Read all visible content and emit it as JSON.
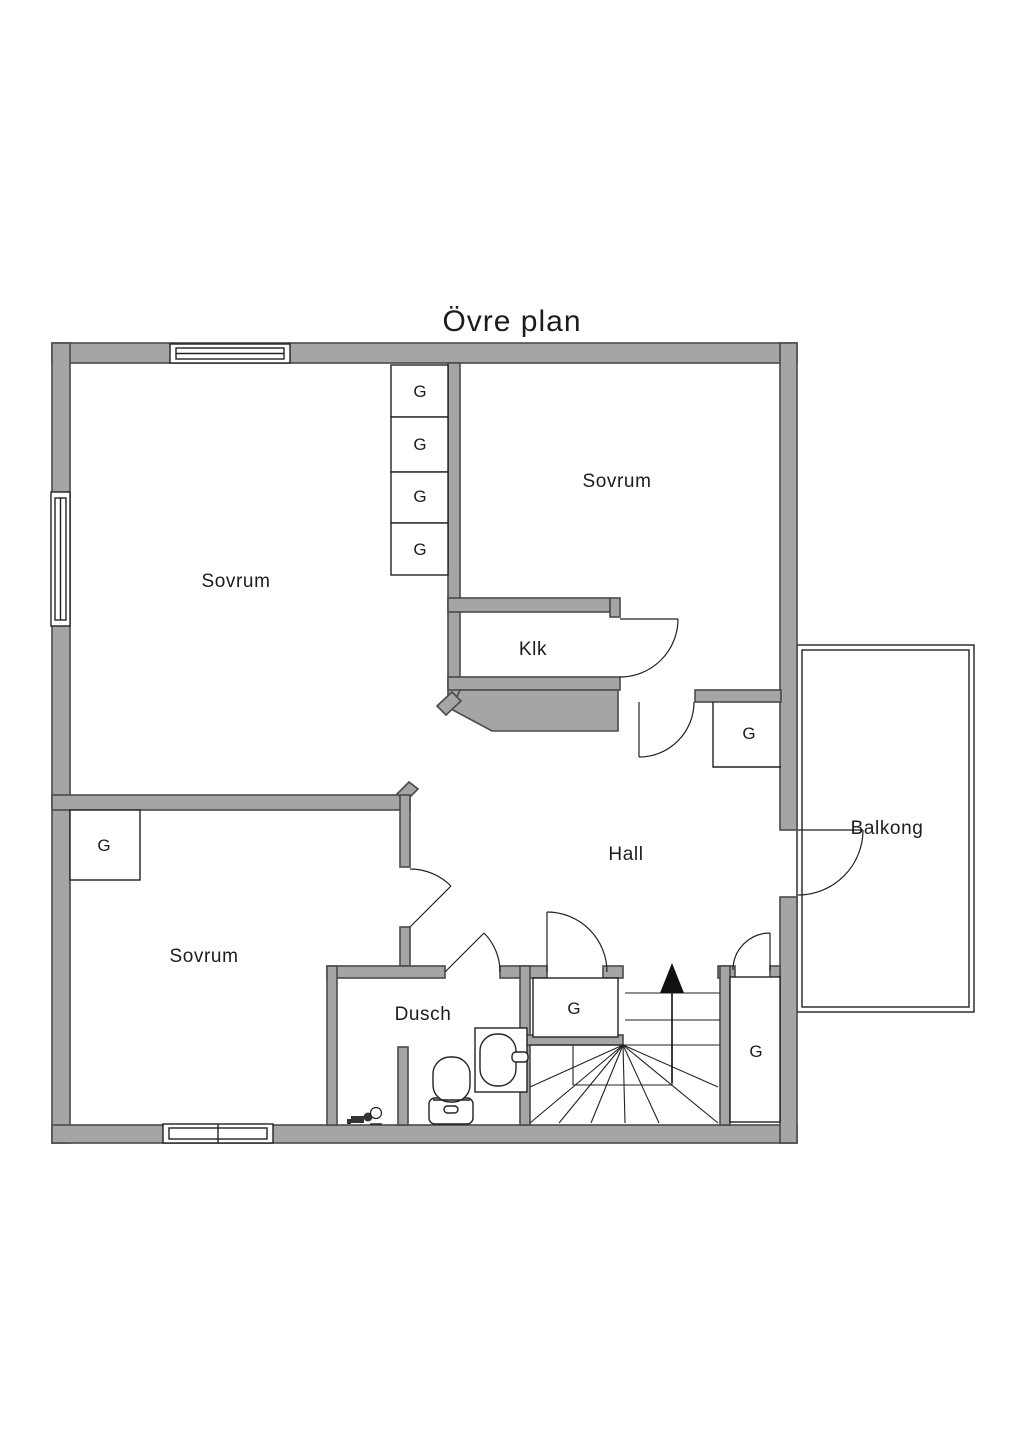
{
  "title": "Övre plan",
  "colors": {
    "wall_fill": "#a5a5a5",
    "wall_outline": "#4a4a4a",
    "line": "#222222",
    "text": "#1c1c1c"
  },
  "rooms": {
    "sovrum_nw": {
      "label": "Sovrum"
    },
    "sovrum_ne": {
      "label": "Sovrum"
    },
    "sovrum_sw": {
      "label": "Sovrum"
    },
    "klk": {
      "label": "Klk"
    },
    "hall": {
      "label": "Hall"
    },
    "dusch": {
      "label": "Dusch"
    },
    "balkong": {
      "label": "Balkong"
    }
  },
  "closets": {
    "label": "G"
  },
  "icons": {
    "stairs_up_arrow": "up-arrow-icon",
    "toilet": "toilet-icon",
    "sink": "sink-icon",
    "floor_fixture": "floor-drain-icon"
  }
}
